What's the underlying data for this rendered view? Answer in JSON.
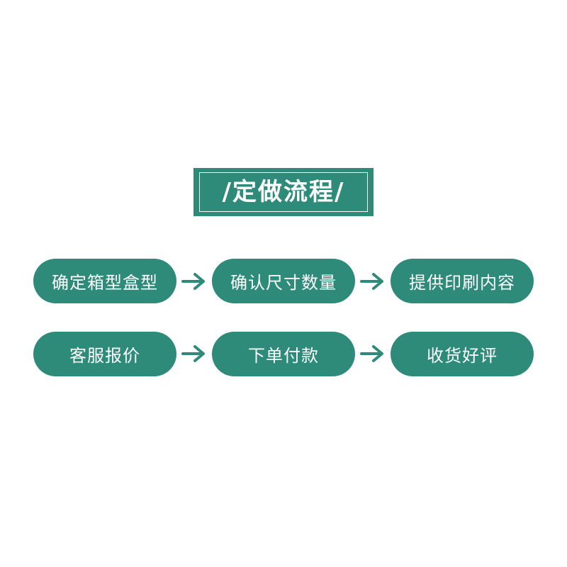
{
  "title": "/定做流程/",
  "flow": {
    "rows": [
      [
        "确定箱型盒型",
        "确认尺寸数量",
        "提供印刷内容"
      ],
      [
        "客服报价",
        "下单付款",
        "收货好评"
      ]
    ],
    "arrow_icon": "arrow-right-icon"
  },
  "colors": {
    "primary": "#2e8b7a",
    "text_on_primary": "#ffffff"
  }
}
